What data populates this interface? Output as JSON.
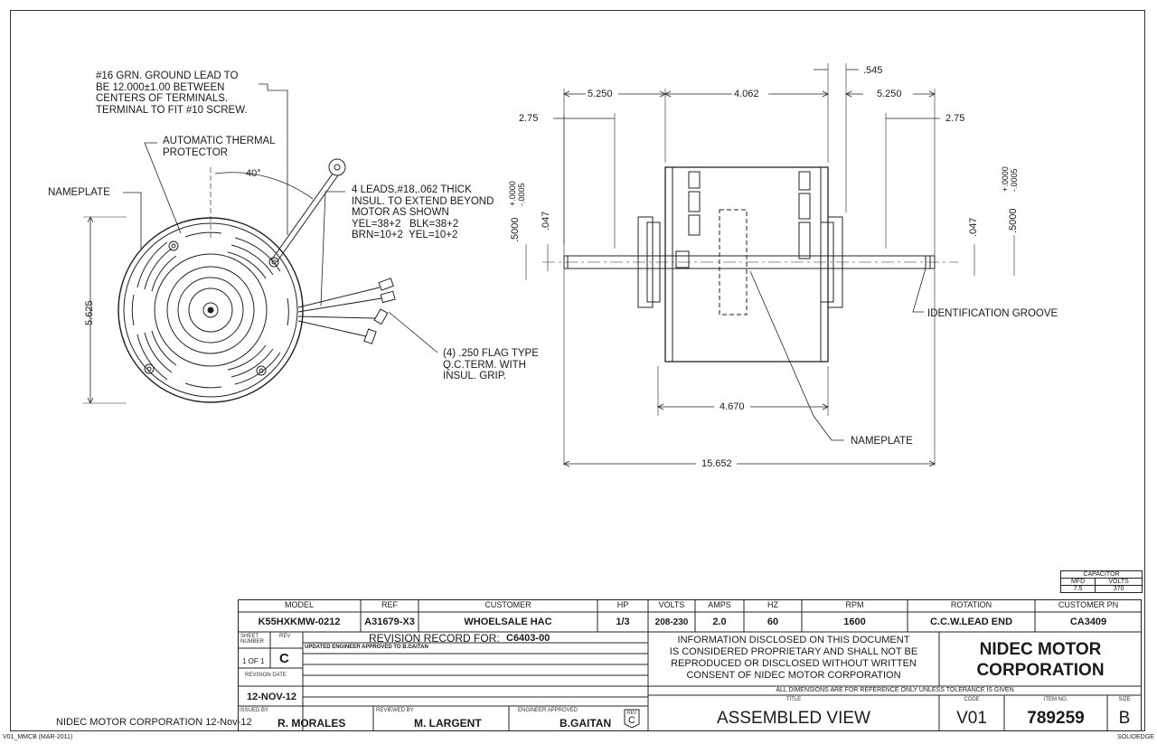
{
  "notes": {
    "ground_lead": "#16 GRN. GROUND LEAD TO\nBE 12.000±1.00 BETWEEN\nCENTERS OF TERMINALS.\nTERMINAL TO FIT #10 SCREW.",
    "thermal_protector": "AUTOMATIC THERMAL\nPROTECTOR",
    "angle": "40°",
    "nameplate_left": "NAMEPLATE",
    "leads": "4 LEADS,#18,.062 THICK\nINSUL. TO EXTEND BEYOND\nMOTOR AS SHOWN\nYEL=38+2   BLK=38+2\nBRN=10+2  YEL=10+2",
    "flag_terminals": "(4) .250 FLAG TYPE\nQ.C.TERM. WITH\nINSUL. GRIP.",
    "height_dim": "5.625",
    "identification_groove": "IDENTIFICATION GROOVE",
    "nameplate_right": "NAMEPLATE"
  },
  "dimensions": {
    "shaft_extension_left": "5.250",
    "body_length": "4.062",
    "collar": ".545",
    "shaft_extension_right": "5.250",
    "flat_left": "2.75",
    "flat_right": "2.75",
    "shaft_dia_left": ".5000",
    "tol_left": "+.0000\n-.0005",
    "flat_depth_left": ".047",
    "flat_depth_right": ".047",
    "shaft_dia_right": ".5000",
    "tol_right": "+.0000\n-.0005",
    "shell_length": "4.670",
    "overall_length": "15.652"
  },
  "capacitor": {
    "title": "CAPACITOR",
    "mfd_label": "MFD",
    "volts_label": "VOLTS",
    "mfd": "7.5",
    "volts": "370"
  },
  "title_block": {
    "headers": {
      "model": "MODEL",
      "ref": "REF",
      "customer": "CUSTOMER",
      "hp": "HP",
      "volts": "VOLTS",
      "amps": "AMPS",
      "hz": "HZ",
      "rpm": "RPM",
      "rotation": "ROTATION",
      "customer_pn": "CUSTOMER PN"
    },
    "values": {
      "model": "K55HXKMW-0212",
      "ref": "A31679-X3",
      "customer": "WHOELSALE HAC",
      "hp": "1/3",
      "volts": "208-230",
      "amps": "2.0",
      "hz": "60",
      "rpm": "1600",
      "rotation": "C.C.W.LEAD END",
      "customer_pn": "CA3409"
    },
    "sheet_number_label": "SHEET\nNUMBER",
    "rev_label": "REV",
    "sheet": "1 OF 1",
    "rev": "C",
    "revision_record_label": "REVISION RECORD FOR:",
    "revision_record_number": "C6403-00",
    "revision_note": "UPDATED ENGINEER APPROVED TO B.GAITAN",
    "revision_date_label": "REVISION DATE",
    "revision_date": "12-NOV-12",
    "issued_by_label": "ISSUED BY",
    "issued_by": "R. MORALES",
    "reviewed_by_label": "REVIEWED BY",
    "reviewed_by": "M. LARGENT",
    "engineer_label": "ENGINEER APPROVED",
    "engineer": "B.GAITAN",
    "rev_badge_label": "REV",
    "rev_badge": "C",
    "disclaimer": "INFORMATION DISCLOSED ON THIS DOCUMENT\nIS CONSIDERED PROPRIETARY AND SHALL NOT BE\nREPRODUCED OR DISCLOSED WITHOUT WRITTEN\nCONSENT OF NIDEC MOTOR CORPORATION",
    "company": "NIDEC MOTOR\nCORPORATION",
    "dims_note": "ALL DIMENSIONS ARE FOR REFERENCE ONLY UNLESS TOLERANCE IS GIVEN",
    "title_label": "TITLE",
    "title": "ASSEMBLED VIEW",
    "code_label": "CODE",
    "code": "V01",
    "item_label": "ITEM NO.",
    "item": "789259",
    "size_label": "SIZE",
    "size": "B"
  },
  "footer": {
    "left_note": "NIDEC MOTOR CORPORATION 12-Nov-12",
    "form_id": "V01_MMCB (MAR-2011)",
    "software": "SOLIDEDGE"
  }
}
